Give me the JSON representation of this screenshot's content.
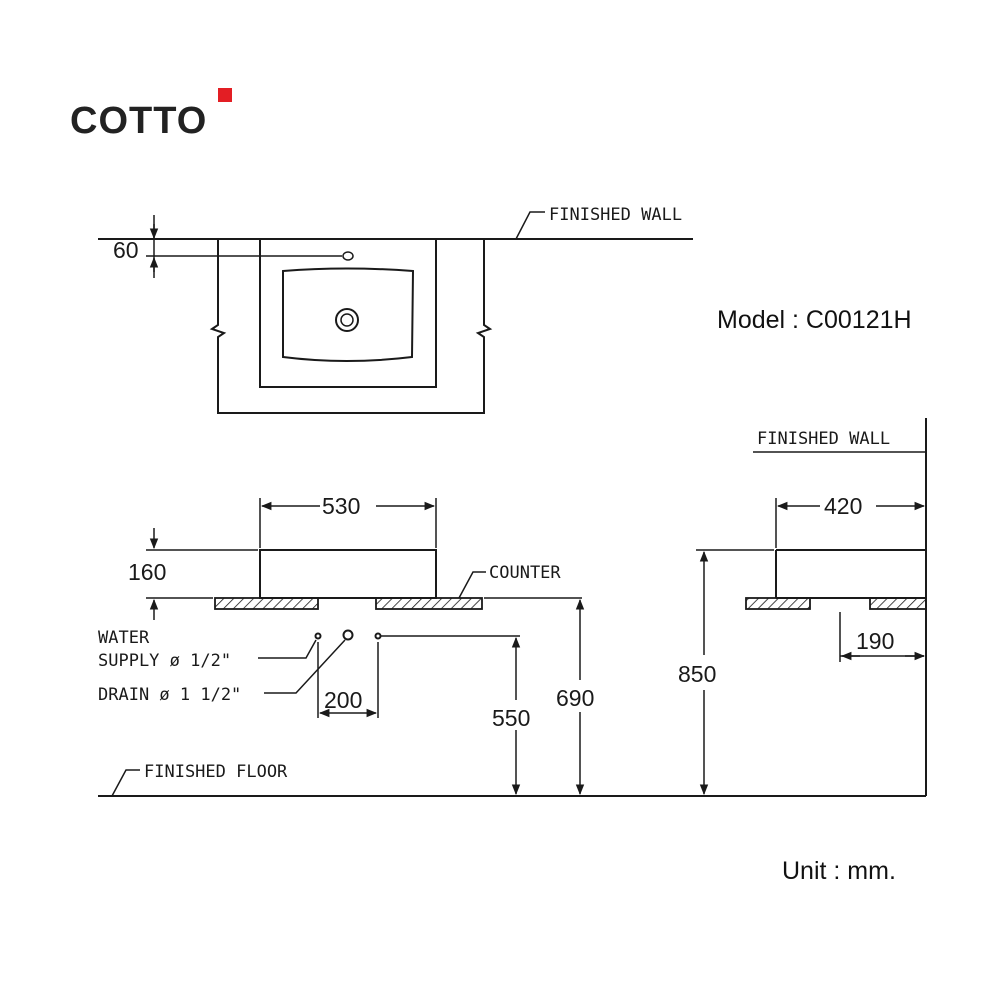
{
  "brand": {
    "name": "COTTO",
    "accent_color": "#e31e24"
  },
  "model": {
    "text": "Model : C00121H"
  },
  "unit": {
    "text": "Unit : mm."
  },
  "labels": {
    "finished_wall_top": "FINISHED  WALL",
    "finished_wall_side": "FINISHED  WALL",
    "counter": "COUNTER",
    "water_supply_line1": "WATER",
    "water_supply_line2": "SUPPLY ø 1/2\"",
    "drain": "DRAIN ø 1  1/2\"",
    "finished_floor": "FINISHED  FLOOR"
  },
  "dimensions": {
    "tap_offset": "60",
    "basin_width": "530",
    "basin_height": "160",
    "supply_spacing": "200",
    "supply_height": "550",
    "counter_height": "690",
    "rim_height": "850",
    "basin_depth": "420",
    "drain_to_wall": "190"
  }
}
